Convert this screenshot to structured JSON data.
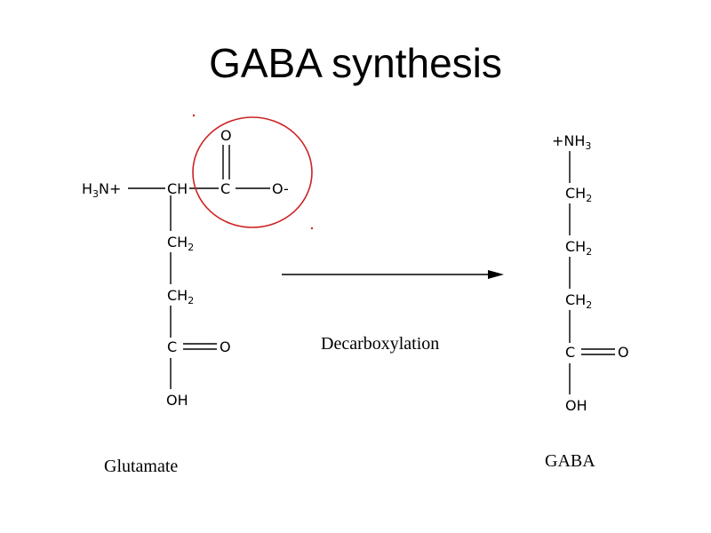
{
  "slide": {
    "title": "GABA synthesis"
  },
  "glutamate": {
    "caption": "Glutamate",
    "amino": {
      "base": "H",
      "sub": "3",
      "rest": "N+"
    },
    "alpha_carbon": "CH",
    "carboxyl_carbon": "C",
    "carboxyl_oxygen_top": "O",
    "carboxyl_oxygen_side": "O-",
    "ch2_1": {
      "base": "CH",
      "sub": "2"
    },
    "ch2_2": {
      "base": "CH",
      "sub": "2"
    },
    "terminal_carbon": "C",
    "terminal_oxygen": "O",
    "terminal_oh": "OH",
    "highlight_color": "#cc2222"
  },
  "reaction": {
    "label": "Decarboxylation"
  },
  "gaba": {
    "caption": "GABA",
    "amino": {
      "pre": "+NH",
      "sub": "3"
    },
    "ch2_1": {
      "base": "CH",
      "sub": "2"
    },
    "ch2_2": {
      "base": "CH",
      "sub": "2"
    },
    "ch2_3": {
      "base": "CH",
      "sub": "2"
    },
    "terminal_carbon": "C",
    "terminal_oxygen": "O",
    "terminal_oh": "OH"
  }
}
